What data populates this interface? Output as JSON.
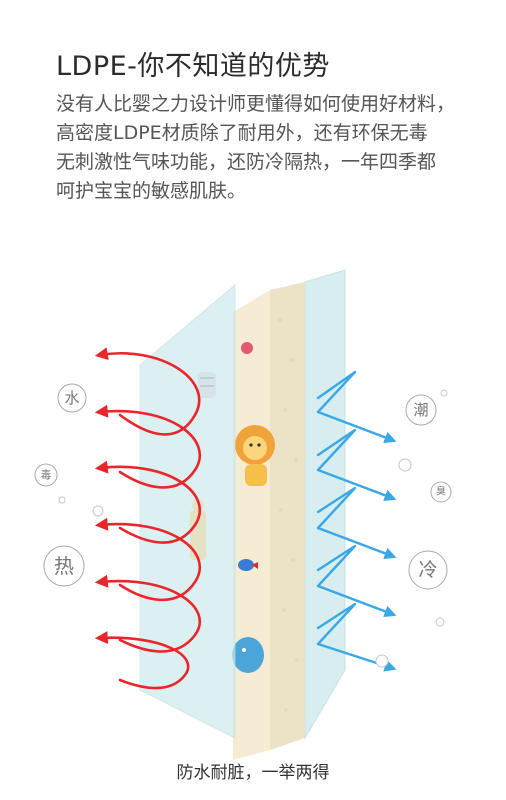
{
  "heading": "LDPE-你不知道的优势",
  "description_lines": [
    "没有人比婴之力设计师更懂得如何使用好材料，",
    "高密度LDPE材质除了耐用外，还有环保无毒",
    "无刺激性气味功能，还防冷隔热，一年四季都",
    "呵护宝宝的敏感肌肤。"
  ],
  "labels": {
    "water": "水",
    "poison": "毒",
    "heat": "热",
    "moisture": "潮",
    "odor": "臭",
    "cold": "冷"
  },
  "caption": "防水耐脏，一举两得",
  "colors": {
    "heat_arrow": "#e8262b",
    "cold_arrow": "#3aa8e6",
    "glass_panel": "#d6eef0",
    "foam_core": "#f6ecd3"
  }
}
